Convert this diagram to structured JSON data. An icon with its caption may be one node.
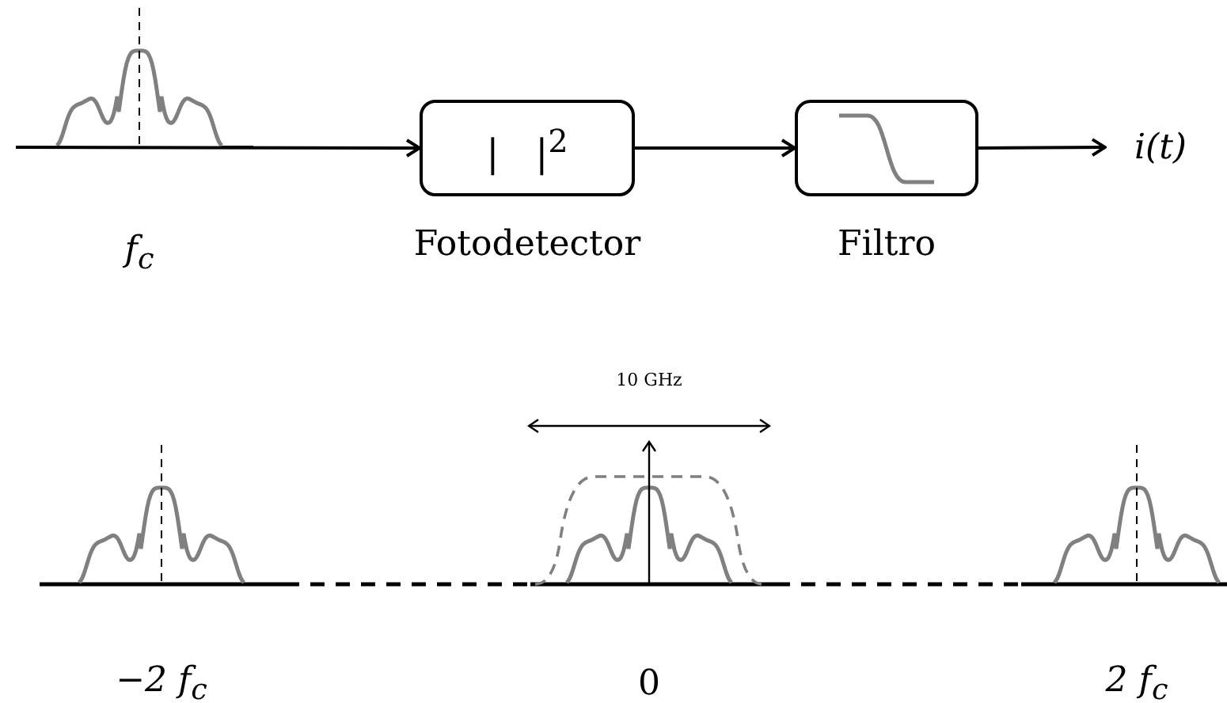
{
  "diagram": {
    "nodes": [
      {
        "text": [
          "|   |$^{2}$",
          "Fotodetector"
        ]
      },
      {
        "text": [
          "Filtro"
        ]
      },
      {
        "text": [
          "i(t)"
        ]
      }
    ],
    "edges": [
      {
        "from": null,
        "to": 0,
        "arrow": "to"
      },
      {
        "from": 0,
        "to": 1,
        "arrow": "to"
      },
      {
        "from": 1,
        "to": 2,
        "arrow": "to"
      }
    ],
    "labels": [
      "f$_{c}$",
      "10 GHz",
      "−2 f$_{c}$",
      "0",
      "2 f$_{c}$"
    ]
  }
}
